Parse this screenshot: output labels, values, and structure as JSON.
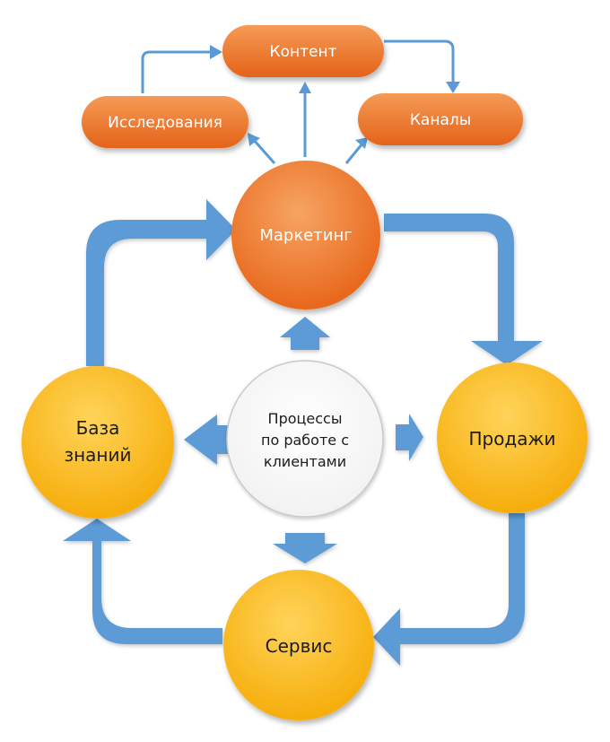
{
  "center": {
    "line1": "Процессы",
    "line2": "по работе с",
    "line3": "клиентами"
  },
  "nodes": {
    "marketing": "Маркетинг",
    "sales": "Продажи",
    "service": "Сервис",
    "knowledge_line1": "База",
    "knowledge_line2": "знаний"
  },
  "sub_nodes": {
    "content": "Контент",
    "research": "Исследования",
    "channels": "Каналы"
  },
  "colors": {
    "orange": "#f07a2a",
    "yellow": "#fdb813",
    "arrow_blue": "#5b9bd5"
  }
}
